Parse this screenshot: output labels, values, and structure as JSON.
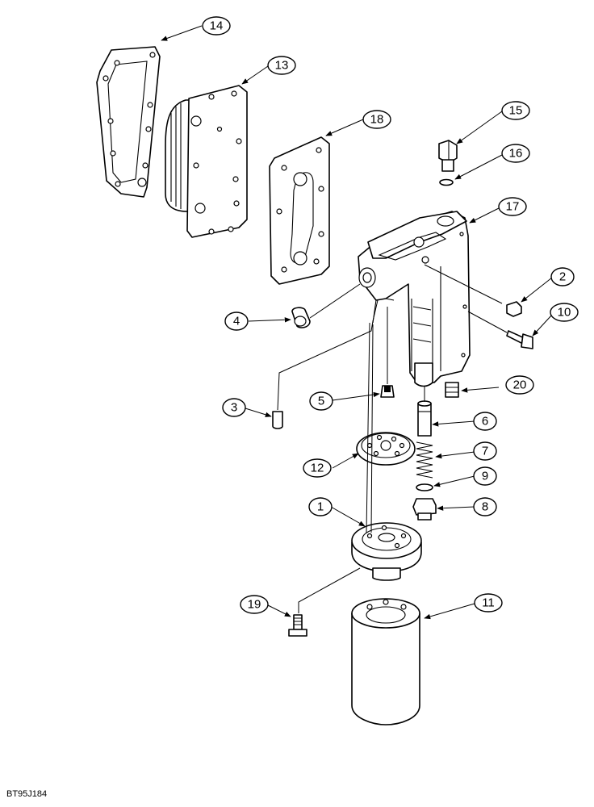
{
  "reference_code": "BT95J184",
  "callouts": [
    {
      "label": "1"
    },
    {
      "label": "2"
    },
    {
      "label": "3"
    },
    {
      "label": "4"
    },
    {
      "label": "5"
    },
    {
      "label": "6"
    },
    {
      "label": "7"
    },
    {
      "label": "8"
    },
    {
      "label": "9"
    },
    {
      "label": "10"
    },
    {
      "label": "11"
    },
    {
      "label": "12"
    },
    {
      "label": "13"
    },
    {
      "label": "14"
    },
    {
      "label": "15"
    },
    {
      "label": "16"
    },
    {
      "label": "17"
    },
    {
      "label": "18"
    },
    {
      "label": "19"
    },
    {
      "label": "20"
    }
  ]
}
